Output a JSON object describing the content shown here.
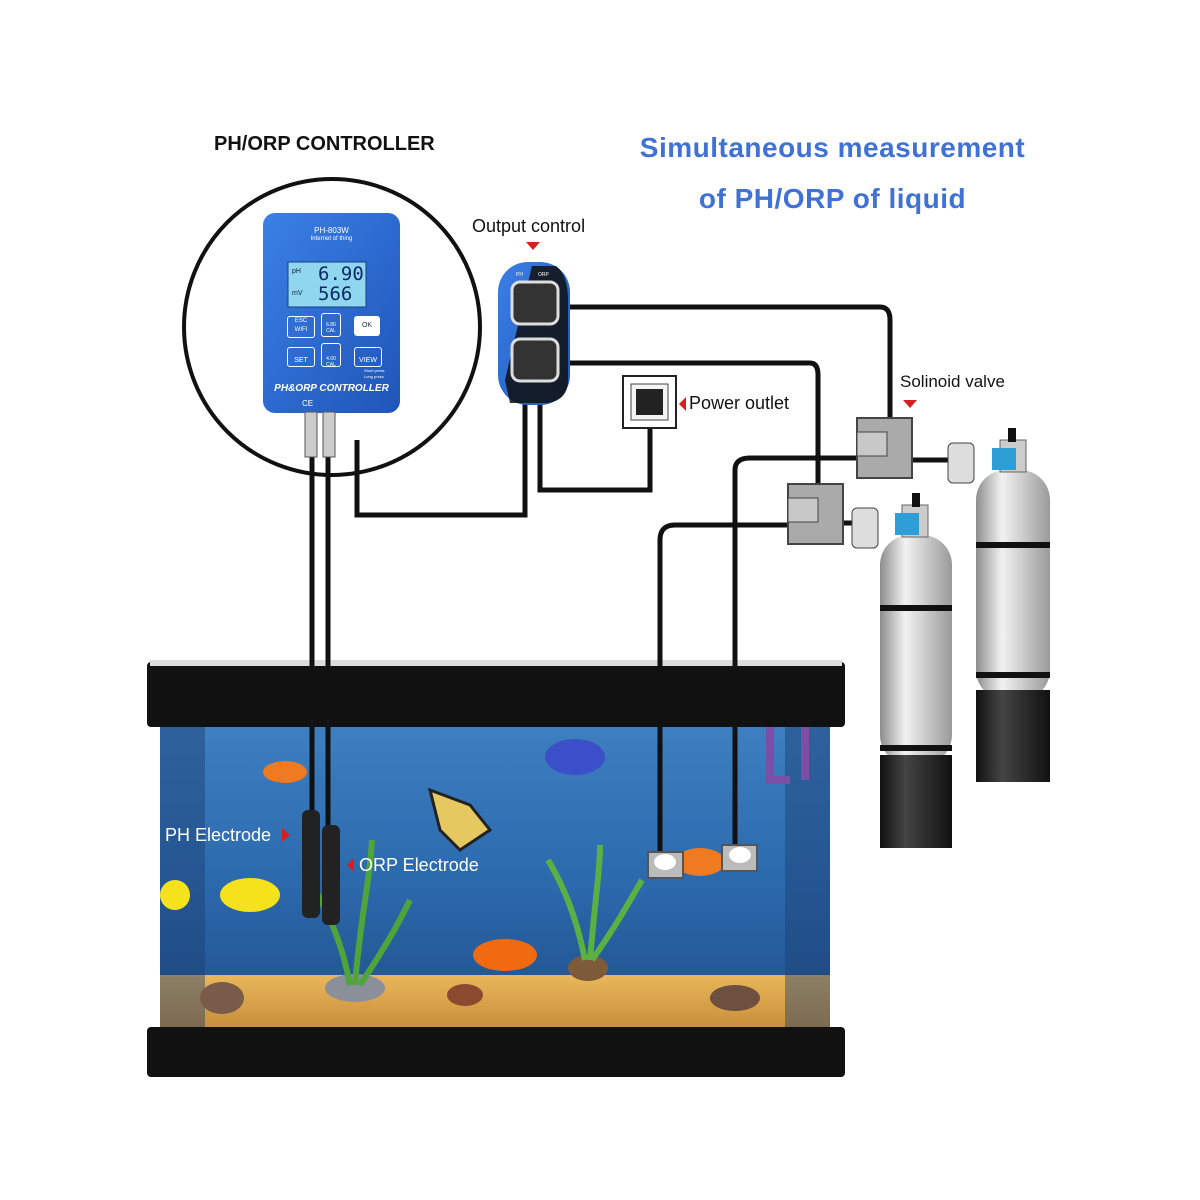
{
  "title": "PH/ORP CONTROLLER",
  "headline": {
    "line1": "Simultaneous measurement",
    "line2": "of PH/ORP of liquid"
  },
  "controller": {
    "model": "PH-803W",
    "subtitle": "Internet of thing",
    "ph_unit": "pH",
    "ph_value": "6.90",
    "mv_unit": "mV",
    "orp_value": "566",
    "buttons": [
      "ESC",
      "WIFI",
      "6.86 CAL",
      "OK",
      "SET",
      "4.00 CAL",
      "VIEW"
    ],
    "legend_short": "Short press",
    "legend_long": "Long press",
    "name": "PH&ORP CONTROLLER",
    "marks": "CE"
  },
  "labels": {
    "output_control": "Output control",
    "power_outlet": "Power outlet",
    "solenoid_valve": "Solinoid valve",
    "ph_electrode": "PH Electrode",
    "orp_electrode": "ORP Electrode"
  },
  "output_device": {
    "top_left": "PH",
    "top_right": "ORP"
  },
  "colors": {
    "accent_blue": "#3f72d4",
    "device_blue": "#2f6fd6",
    "marker_red": "#d62020",
    "lcd": "#8fd6ee"
  }
}
